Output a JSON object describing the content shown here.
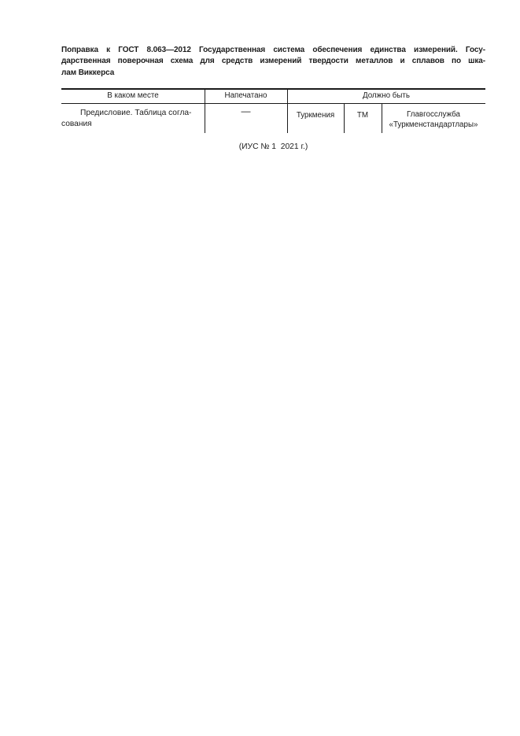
{
  "doc": {
    "heading_lines": [
      "Поправка к ГОСТ 8.063—2012 Государственная система обеспечения единства измерений. Госу-",
      "дарственная поверочная схема для средств измерений твердости металлов и сплавов по шка-",
      "лам Виккерса"
    ],
    "table": {
      "col_headers": [
        "В каком месте",
        "Напечатано",
        "Должно быть"
      ],
      "row": {
        "location_lines": [
          "Предисловие. Таблица согла-",
          "сования"
        ],
        "printed": "—",
        "corrected": {
          "country": "Туркмения",
          "country_code": "ТМ",
          "org_lines": [
            "Главгосслужба",
            "«Туркменстандартлары»"
          ]
        }
      }
    },
    "issue_note": "(ИУС № 1  2021 г.)",
    "colors": {
      "background": "#ffffff",
      "text": "#1d1d1d",
      "line": "#1a1a1a"
    }
  }
}
